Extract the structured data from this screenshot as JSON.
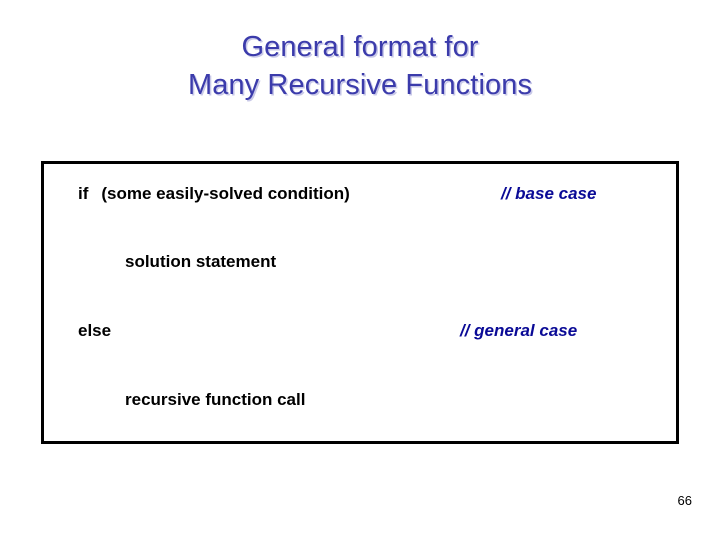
{
  "slide": {
    "background_color": "#ffffff",
    "title": {
      "color": "#3b3bab",
      "shadow_color": "#c9c9e8",
      "line1": "General format for",
      "line2": "Many Recursive Functions"
    },
    "code_box": {
      "border_color": "#000000",
      "keyword_color": "#000000",
      "comment_color": "#0a0a96",
      "lines": [
        {
          "code": "if",
          "code2": "(some easily-solved condition)",
          "comment": "// base case"
        },
        {
          "code": "solution statement",
          "comment": ""
        },
        {
          "code": "else",
          "comment": "// general case"
        },
        {
          "code": "recursive function call",
          "comment": ""
        }
      ]
    },
    "page_number": "66"
  }
}
